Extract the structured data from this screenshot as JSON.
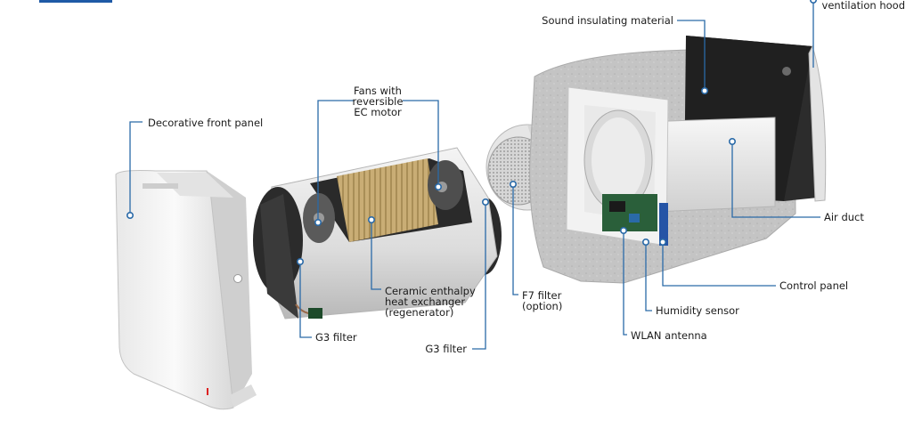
{
  "colors": {
    "leader": "#2a6aa8",
    "badge": "#1f5aa6",
    "insulation": "#c7c7c7",
    "panel": "#f1f1f1",
    "exchanger": "#c8aa72"
  },
  "labels": {
    "ventilation_hood": "ventilation hood",
    "sound_insulating": "Sound insulating material",
    "fans_line1": "Fans with",
    "fans_line2": "reversible",
    "fans_line3": "EC motor",
    "front_panel": "Decorative front panel",
    "air_duct": "Air duct",
    "ceramic_line1": "Ceramic enthalpy",
    "ceramic_line2": "heat exchanger",
    "ceramic_line3": "(regenerator)",
    "f7_line1": "F7 filter",
    "f7_line2": "(option)",
    "control_panel": "Control panel",
    "humidity_sensor": "Humidity sensor",
    "g3_left": "G3 filter",
    "g3_right": "G3 filter",
    "wlan": "WLAN antenna"
  }
}
